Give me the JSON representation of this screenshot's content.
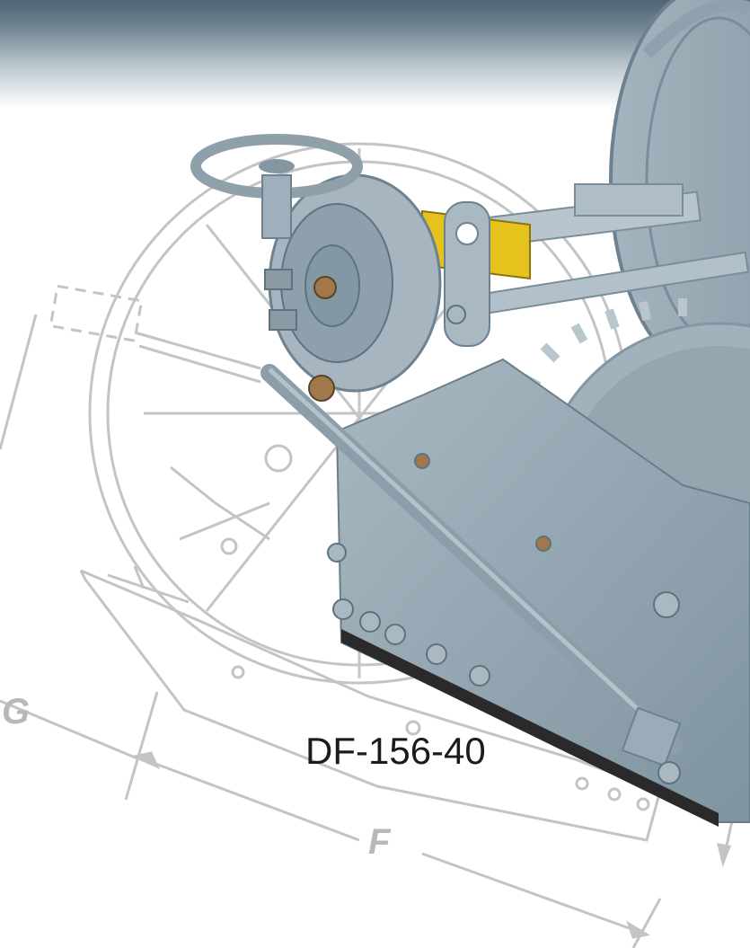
{
  "product": {
    "model": "DF-156-40"
  },
  "drawing": {
    "dimension_f": "F",
    "dimension_g": "G"
  },
  "colors": {
    "drawing_line": "#c4c4c4",
    "machine_gray": "#9fb0ba",
    "machine_dark": "#6e8190",
    "safety_yellow": "#e6c21c",
    "bronze": "#a0784a",
    "top_band": "#4f6573"
  }
}
